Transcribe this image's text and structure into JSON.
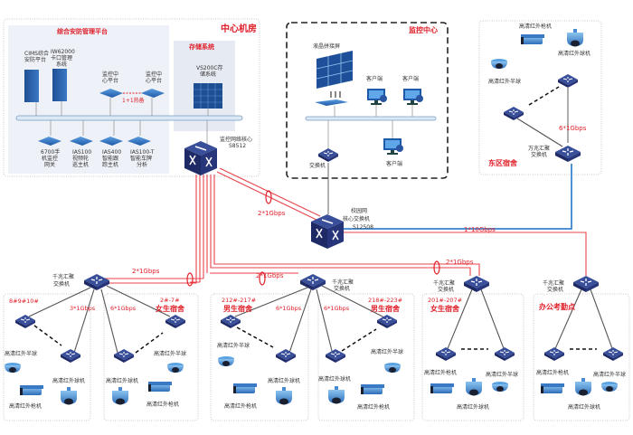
{
  "colors": {
    "link_red": "#e8434b",
    "link_blue": "#1a6fc4",
    "device_blue": "#2f5fa8",
    "switch_navy": "#27336f",
    "panel_bg": "#eef1f7",
    "title_red": "#e0202a"
  },
  "center_room": {
    "title": "中心机房",
    "platform": {
      "title": "综合安防管理平台",
      "servers": [
        {
          "label_l1": "CIMS综合",
          "label_l2": "安防平台",
          "label_l3": "",
          "icon": "server-tower-icon"
        },
        {
          "label_l1": "IW62000",
          "label_l2": "卡口管理",
          "label_l3": "系统",
          "icon": "server-tower-icon"
        }
      ],
      "monitor_platforms": [
        {
          "label_l1": "监控中",
          "label_l2": "心平台"
        },
        {
          "label_l1": "监控中",
          "label_l2": "心平台"
        }
      ],
      "hot_standby": "1+1热备",
      "bottom_devices": [
        {
          "l1": "6700手",
          "l2": "机监控",
          "l3": "网关"
        },
        {
          "l1": "IAS100",
          "l2": "视频轮",
          "l3": "巡主机"
        },
        {
          "l1": "IAS400",
          "l2": "智能跟",
          "l3": "踪主机"
        },
        {
          "l1": "IAS100-T",
          "l2": "智能车牌",
          "l3": "分析"
        }
      ]
    },
    "storage": {
      "title": "存储系统",
      "device_l1": "VS200C存",
      "device_l2": "储系统"
    },
    "core_switch": {
      "l1": "监控网络核心",
      "l2": "S8512"
    }
  },
  "monitor_center": {
    "title": "监控中心",
    "video_wall": "液晶拼接屏",
    "clients": [
      "客户端",
      "客户端",
      "客户端"
    ],
    "switch": "交换机"
  },
  "campus_core": {
    "l1": "校园网",
    "l2": "核心交换机",
    "l3": "S12508"
  },
  "east_dorm": {
    "title": "东区宿舍",
    "cameras": [
      "高清红外枪机",
      "高清红外球机",
      "高清红外半球"
    ],
    "switch_l1": "万兆汇聚",
    "switch_l2": "交换机",
    "uplink": "6*1Gbps"
  },
  "links": {
    "core_to_campus": "2*1Gbps",
    "campus_to_east": "1*10Gbps",
    "agg1": "2*1Gbps",
    "agg2": "2*1Gbps",
    "agg3": "2*1Gbps"
  },
  "agg_switch": {
    "l1": "千兆汇聚",
    "l2": "交换机"
  },
  "zones": [
    {
      "title_l1": "8#9#10#",
      "title_l2": "",
      "uplink": "3*1Gbps"
    },
    {
      "title_l1": "2#-7#",
      "title_l2": "女生宿舍",
      "uplink": "6*1Gbps"
    },
    {
      "title_l1": "212#-217#",
      "title_l2": "男生宿舍",
      "uplink": "6*1Gbps"
    },
    {
      "title_l1": "218#-223#",
      "title_l2": "男生宿舍",
      "uplink": "6*1Gbps"
    },
    {
      "title_l1": "201#-207#",
      "title_l2": "女生宿舍",
      "uplink": ""
    },
    {
      "title_l1": "办公考勤点",
      "title_l2": "",
      "uplink": ""
    }
  ],
  "cameras": {
    "dome": "高清红外半球",
    "speed_dome": "高清红外球机",
    "bullet": "高清红外枪机"
  }
}
